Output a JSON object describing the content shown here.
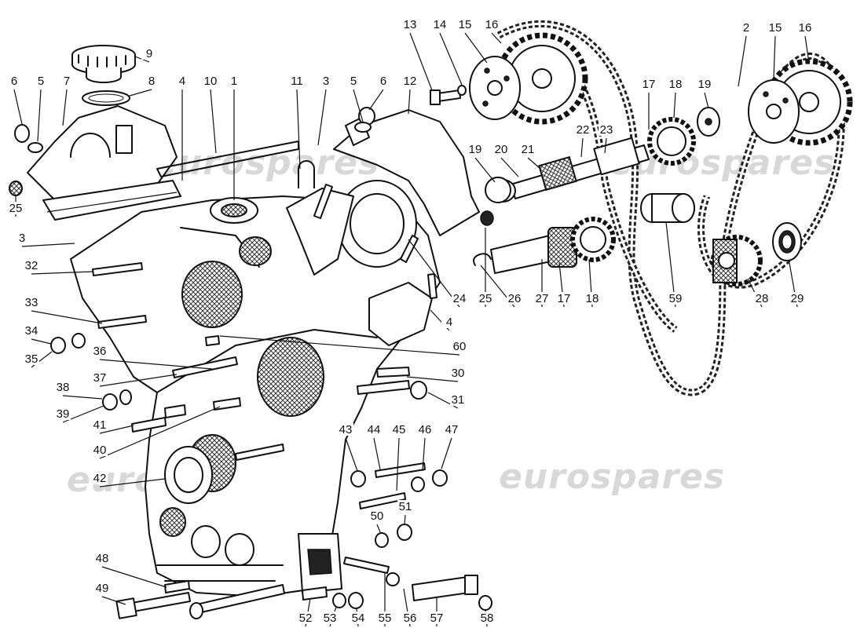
{
  "watermark": {
    "text": "eurospares",
    "color": "#d8d8d8"
  },
  "diagram": {
    "ink_color": "#111111",
    "parts": [
      {
        "id": "1",
        "label": "1"
      },
      {
        "id": "2",
        "label": "2"
      },
      {
        "id": "3a",
        "label": "3"
      },
      {
        "id": "3b",
        "label": "3"
      },
      {
        "id": "4a",
        "label": "4"
      },
      {
        "id": "4b",
        "label": "4"
      },
      {
        "id": "5a",
        "label": "5"
      },
      {
        "id": "5b",
        "label": "5"
      },
      {
        "id": "6a",
        "label": "6"
      },
      {
        "id": "6b",
        "label": "6"
      },
      {
        "id": "7",
        "label": "7"
      },
      {
        "id": "8",
        "label": "8"
      },
      {
        "id": "9",
        "label": "9"
      },
      {
        "id": "10",
        "label": "10"
      },
      {
        "id": "11",
        "label": "11"
      },
      {
        "id": "12",
        "label": "12"
      },
      {
        "id": "13",
        "label": "13"
      },
      {
        "id": "14",
        "label": "14"
      },
      {
        "id": "15a",
        "label": "15"
      },
      {
        "id": "15b",
        "label": "15"
      },
      {
        "id": "16a",
        "label": "16"
      },
      {
        "id": "16b",
        "label": "16"
      },
      {
        "id": "17a",
        "label": "17"
      },
      {
        "id": "17b",
        "label": "17"
      },
      {
        "id": "18a",
        "label": "18"
      },
      {
        "id": "18b",
        "label": "18"
      },
      {
        "id": "19a",
        "label": "19"
      },
      {
        "id": "19b",
        "label": "19"
      },
      {
        "id": "20",
        "label": "20"
      },
      {
        "id": "21",
        "label": "21"
      },
      {
        "id": "22",
        "label": "22"
      },
      {
        "id": "23",
        "label": "23"
      },
      {
        "id": "24",
        "label": "24"
      },
      {
        "id": "25a",
        "label": "25"
      },
      {
        "id": "25b",
        "label": "25"
      },
      {
        "id": "26",
        "label": "26"
      },
      {
        "id": "27",
        "label": "27"
      },
      {
        "id": "28",
        "label": "28"
      },
      {
        "id": "29",
        "label": "29"
      },
      {
        "id": "30",
        "label": "30"
      },
      {
        "id": "31",
        "label": "31"
      },
      {
        "id": "32",
        "label": "32"
      },
      {
        "id": "33",
        "label": "33"
      },
      {
        "id": "34",
        "label": "34"
      },
      {
        "id": "35",
        "label": "35"
      },
      {
        "id": "36",
        "label": "36"
      },
      {
        "id": "37",
        "label": "37"
      },
      {
        "id": "38",
        "label": "38"
      },
      {
        "id": "39",
        "label": "39"
      },
      {
        "id": "40",
        "label": "40"
      },
      {
        "id": "41",
        "label": "41"
      },
      {
        "id": "42",
        "label": "42"
      },
      {
        "id": "43",
        "label": "43"
      },
      {
        "id": "44",
        "label": "44"
      },
      {
        "id": "45",
        "label": "45"
      },
      {
        "id": "46",
        "label": "46"
      },
      {
        "id": "47",
        "label": "47"
      },
      {
        "id": "48",
        "label": "48"
      },
      {
        "id": "49",
        "label": "49"
      },
      {
        "id": "50",
        "label": "50"
      },
      {
        "id": "51",
        "label": "51"
      },
      {
        "id": "52",
        "label": "52"
      },
      {
        "id": "53",
        "label": "53"
      },
      {
        "id": "54",
        "label": "54"
      },
      {
        "id": "55",
        "label": "55"
      },
      {
        "id": "56",
        "label": "56"
      },
      {
        "id": "57",
        "label": "57"
      },
      {
        "id": "58",
        "label": "58"
      },
      {
        "id": "59",
        "label": "59"
      },
      {
        "id": "60",
        "label": "60"
      }
    ]
  }
}
